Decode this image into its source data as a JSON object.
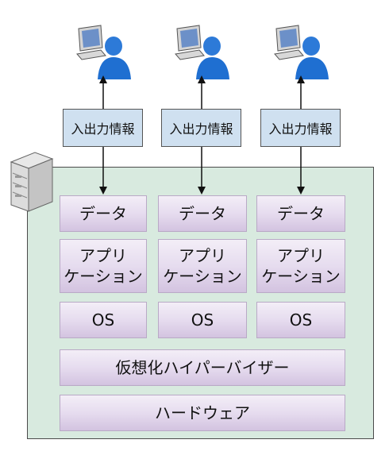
{
  "io_label": "入出力情報",
  "columns": [
    {
      "io": "入出力情報",
      "data": "データ",
      "app": "アプリ\nケーション",
      "os": "OS"
    },
    {
      "io": "入出力情報",
      "data": "データ",
      "app": "アプリ\nケーション",
      "os": "OS"
    },
    {
      "io": "入出力情報",
      "data": "データ",
      "app": "アプリ\nケーション",
      "os": "OS"
    }
  ],
  "hypervisor": "仮想化ハイパーバイザー",
  "hardware": "ハードウェア",
  "icons": {
    "user": "user-with-computer-icon",
    "server": "server-icon"
  },
  "colors": {
    "server_bg": "#d8eadf",
    "io_bg": "#cfe0f0",
    "layer_bg": "#e6dcef",
    "user_blue": "#1f6fd1"
  }
}
